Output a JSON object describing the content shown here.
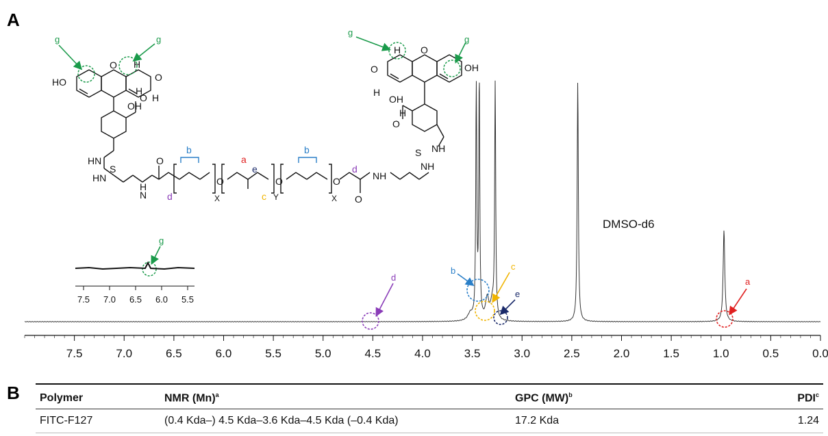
{
  "panels": {
    "a": "A",
    "b": "B"
  },
  "structure": {
    "chain_labels": {
      "b1": "b",
      "a": "a",
      "e": "e",
      "b2": "b",
      "d1": "d",
      "d2": "d",
      "c": "c",
      "x1": "X",
      "y": "Y",
      "x2": "X"
    },
    "atoms": {
      "ho_left": "HO",
      "o_ring_left": "O",
      "h_left": "H",
      "o_keto_left": "O",
      "h_left2": "H",
      "oh_left": "OH",
      "o_left_a": "O",
      "oh_left_acid": "H",
      "nh_left": "HN",
      "s_left": "S",
      "hn_left2": "HN",
      "o_amide_left": "O",
      "nh_amide_left": "N",
      "h_amide_left": "H",
      "o1": "O",
      "o2": "O",
      "o3": "O",
      "o4": "O",
      "o_amide_right": "O",
      "nh_right": "NH",
      "nh_right2": "NH",
      "s_right": "S",
      "nh_right3": "NH",
      "o_keto_right": "O",
      "h_right": "H",
      "h_right2": "H",
      "o_ring_right": "O",
      "oh_right": "OH",
      "oh_right2": "OH",
      "o_right_acid": "O",
      "oh_right_acid": "H"
    },
    "g_labels": [
      "g",
      "g",
      "g",
      "g",
      "g"
    ],
    "colors": {
      "g": "#1a9a4a",
      "a": "#e02020",
      "b": "#2a7fc8",
      "c": "#f0b400",
      "d": "#8a3cb8",
      "e": "#1a2a6a"
    }
  },
  "spectrum": {
    "ppm_start": 8.0,
    "ppm_end": 0.0,
    "x_ticks": [
      "7.5",
      "7.0",
      "6.5",
      "6.0",
      "5.5",
      "5.0",
      "4.5",
      "4.0",
      "3.5",
      "3.0",
      "2.5",
      "2.0",
      "1.5",
      "1.0",
      "0.5",
      "0.0"
    ],
    "tick_values": [
      7.5,
      7.0,
      6.5,
      6.0,
      5.5,
      5.0,
      4.5,
      4.0,
      3.5,
      3.0,
      2.5,
      2.0,
      1.5,
      1.0,
      0.5,
      0.0
    ],
    "solvent_label": "DMSO-d6",
    "peaks": [
      {
        "ppm": 3.46,
        "height": 1.0,
        "width": 0.006
      },
      {
        "ppm": 3.43,
        "height": 1.0,
        "width": 0.006
      },
      {
        "ppm": 3.27,
        "height": 1.0,
        "width": 0.006
      },
      {
        "ppm": 2.44,
        "height": 1.0,
        "width": 0.007
      },
      {
        "ppm": 0.97,
        "height": 0.38,
        "width": 0.01
      },
      {
        "ppm": 3.35,
        "height": 0.09,
        "width": 0.02
      },
      {
        "ppm": 3.3,
        "height": 0.07,
        "width": 0.02
      },
      {
        "ppm": 3.52,
        "height": 0.03,
        "width": 0.03
      }
    ],
    "annotations": [
      {
        "label": "b",
        "ppm": 3.43,
        "color": "#2a7fc8"
      },
      {
        "label": "c",
        "ppm": 3.3,
        "color": "#f0b400"
      },
      {
        "label": "e",
        "ppm": 3.2,
        "color": "#1a2a6a"
      },
      {
        "label": "d",
        "ppm": 4.5,
        "color": "#8a3cb8"
      },
      {
        "label": "a",
        "ppm": 0.95,
        "color": "#e02020"
      }
    ],
    "inset": {
      "ticks": [
        "7.5",
        "7.0",
        "6.5",
        "6.0",
        "5.5"
      ],
      "peak_label": "g",
      "peak_ppm": 6.35
    }
  },
  "table": {
    "headers": [
      {
        "text": "Polymer",
        "sup": ""
      },
      {
        "text": "NMR (Mn)",
        "sup": "a"
      },
      {
        "text": "GPC (MW)",
        "sup": "b"
      },
      {
        "text": "PDI",
        "sup": "c"
      }
    ],
    "rows": [
      [
        "FITC-F127",
        "(0.4 Kda–) 4.5 Kda–3.6 Kda–4.5 Kda (–0.4 Kda)",
        "17.2 Kda",
        "1.24"
      ]
    ]
  }
}
